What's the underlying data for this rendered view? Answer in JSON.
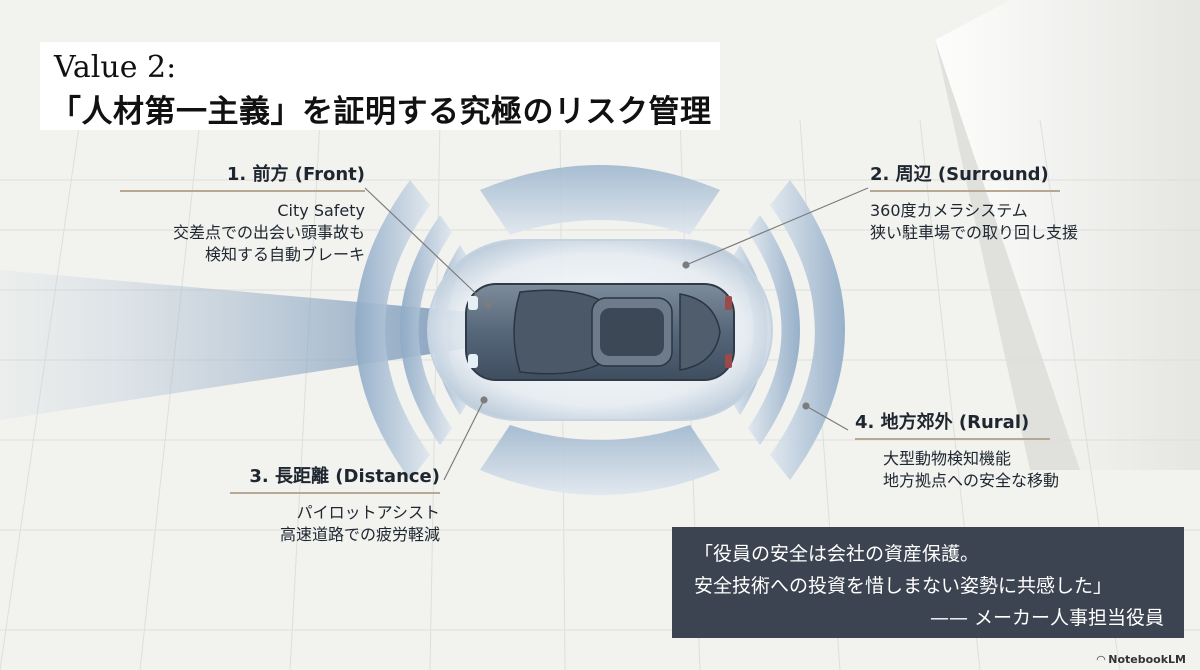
{
  "title": {
    "line1": "Value 2:",
    "line2": "「人材第一主義」を証明する究極のリスク管理"
  },
  "labels": {
    "front": {
      "heading": "1. 前方 (Front)",
      "lines": [
        "City Safety",
        "交差点での出会い頭事故も",
        "検知する自動ブレーキ"
      ]
    },
    "surround": {
      "heading": "2. 周辺 (Surround)",
      "lines": [
        "360度カメラシステム",
        "狭い駐車場での取り回し支援"
      ]
    },
    "distance": {
      "heading": "3. 長距離 (Distance)",
      "lines": [
        "パイロットアシスト",
        "高速道路での疲労軽減"
      ]
    },
    "rural": {
      "heading": "4. 地方郊外 (Rural)",
      "lines": [
        "大型動物検知機能",
        "地方拠点への安全な移動"
      ]
    }
  },
  "quote": {
    "line1": "「役員の安全は会社の資産保護。",
    "line2": "安全技術への投資を惜しまない姿勢に共感した」",
    "attribution": "—— メーカー人事担当役員"
  },
  "brand": {
    "name": "NotebookLM",
    "icon": "notebooklm-logo-icon"
  },
  "colors": {
    "background": "#f2f2ef",
    "quote_bg": "#3b4450",
    "rule": "#b7a894",
    "sensor_blue": "#b9cde0",
    "car_body": "#59697a"
  }
}
